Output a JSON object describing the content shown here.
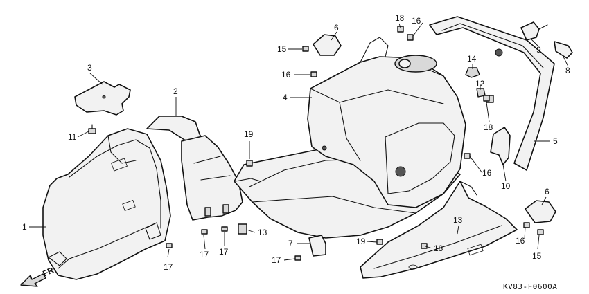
{
  "diagram": {
    "code": "KV83-F0600A",
    "direction_label": "FR.",
    "callouts": [
      {
        "id": "c1",
        "label": "1"
      },
      {
        "id": "c2",
        "label": "2"
      },
      {
        "id": "c3",
        "label": "3"
      },
      {
        "id": "c4",
        "label": "4"
      },
      {
        "id": "c5",
        "label": "5"
      },
      {
        "id": "c6a",
        "label": "6"
      },
      {
        "id": "c6b",
        "label": "6"
      },
      {
        "id": "c7",
        "label": "7"
      },
      {
        "id": "c8",
        "label": "8"
      },
      {
        "id": "c9",
        "label": "9"
      },
      {
        "id": "c10",
        "label": "10"
      },
      {
        "id": "c11",
        "label": "11"
      },
      {
        "id": "c12",
        "label": "12"
      },
      {
        "id": "c13a",
        "label": "13"
      },
      {
        "id": "c13b",
        "label": "13"
      },
      {
        "id": "c14",
        "label": "14"
      },
      {
        "id": "c15a",
        "label": "15"
      },
      {
        "id": "c15b",
        "label": "15"
      },
      {
        "id": "c16a",
        "label": "16"
      },
      {
        "id": "c16b",
        "label": "16"
      },
      {
        "id": "c16c",
        "label": "16"
      },
      {
        "id": "c16d",
        "label": "16"
      },
      {
        "id": "c17a",
        "label": "17"
      },
      {
        "id": "c17b",
        "label": "17"
      },
      {
        "id": "c17c",
        "label": "17"
      },
      {
        "id": "c17d",
        "label": "17"
      },
      {
        "id": "c18a",
        "label": "18"
      },
      {
        "id": "c18b",
        "label": "18"
      },
      {
        "id": "c18c",
        "label": "18"
      },
      {
        "id": "c19a",
        "label": "19"
      },
      {
        "id": "c19b",
        "label": "19"
      }
    ]
  }
}
